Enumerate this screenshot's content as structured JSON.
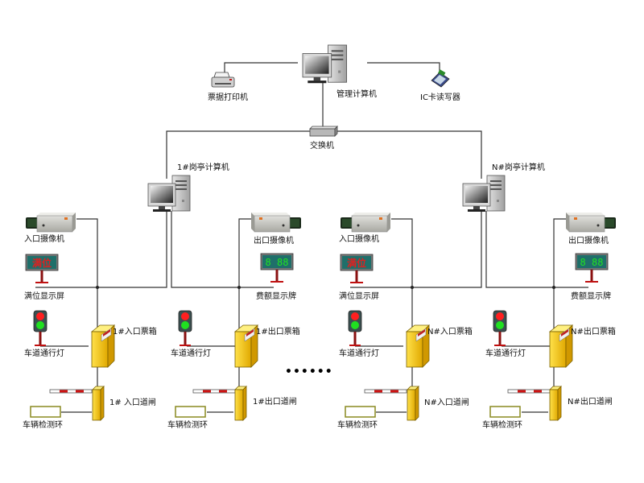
{
  "central": {
    "management_computer": "管理计算机",
    "ticket_printer": "票据打印机",
    "ic_card_reader": "IC卡读写器",
    "switch": "交换机"
  },
  "booths": [
    {
      "computer_label": "1#岗亭计算机",
      "entry": {
        "camera": "入口摄像机",
        "display": "满位显示屏",
        "display_text": "满位",
        "traffic_light": "车道通行灯",
        "ticket_box": "1#入口票箱",
        "barrier": "1# 入口道闸",
        "loop": "车辆检测环"
      },
      "exit": {
        "camera": "出口摄像机",
        "display": "费额显示牌",
        "display_text": "8 88",
        "traffic_light": "车道通行灯",
        "ticket_box": "1#出口票箱",
        "barrier": "1#出口道闸",
        "loop": "车辆检测环"
      }
    },
    {
      "computer_label": "N#岗亭计算机",
      "entry": {
        "camera": "入口摄像机",
        "display": "满位显示屏",
        "display_text": "满位",
        "traffic_light": "车道通行灯",
        "ticket_box": "N#入口票箱",
        "barrier": "N#入口道闸",
        "loop": "车辆检测环"
      },
      "exit": {
        "camera": "出口摄像机",
        "display": "费额显示牌",
        "display_text": "8 88",
        "traffic_light": "车道通行灯",
        "ticket_box": "N#出口票箱",
        "barrier": "N#出口道闸",
        "loop": "车辆检测环"
      }
    }
  ],
  "ellipsis": "••••••",
  "colors": {
    "ticket_box_yellow": "#f5c400",
    "full_display_red": "#e02020",
    "fee_display_green": "#22e022",
    "display_bg": "#1f6f6a",
    "light_red": "#ff2020",
    "light_green": "#20e020",
    "barrier_red": "#d01010",
    "loop_border": "#8a8a20"
  }
}
